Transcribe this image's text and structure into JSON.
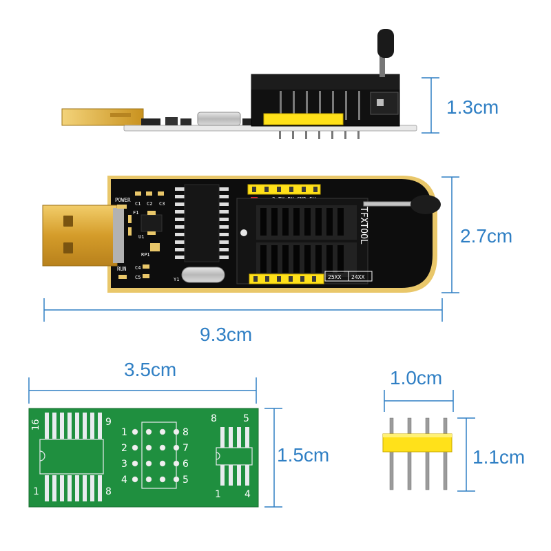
{
  "colors": {
    "dimension_blue": "#2f7fc4",
    "pcb_black": "#0d0d0d",
    "pcb_gold": "#e9c76a",
    "pcb_green": "#1f8f3f",
    "pin_yellow": "#ffe11a",
    "usb_gold": "#d9a531"
  },
  "dimensions": {
    "side_height": "1.3cm",
    "board_height": "2.7cm",
    "board_length": "9.3cm",
    "adapter_width": "3.5cm",
    "adapter_height": "1.5cm",
    "header_width": "1.0cm",
    "header_height": "1.1cm"
  },
  "programmer_board": {
    "labels": {
      "power": "POWER",
      "run": "RUN",
      "c1": "C1",
      "c2": "C2",
      "c3": "C3",
      "c4": "C4",
      "c5": "C5",
      "f1": "F1",
      "u1": "U1",
      "rp1": "RP1",
      "y1": "Y1",
      "pin_header": "3  TX RX GND 5V",
      "socket_text": "TFXTOOL",
      "chip_25": "25XX",
      "chip_24": "24XX"
    }
  },
  "adapter_board": {
    "numbers": {
      "n16": "16",
      "n9": "9",
      "n8_top": "8",
      "n5_top": "5",
      "n1_bottom_left": "1",
      "n8_bottom": "8",
      "n1_bottom_right": "1",
      "n4_bottom": "4",
      "row1_left": "1",
      "row1_right": "8",
      "row2_left": "2",
      "row2_right": "7",
      "row3_left": "3",
      "row3_right": "6",
      "row4_left": "4",
      "row4_right": "5"
    }
  }
}
